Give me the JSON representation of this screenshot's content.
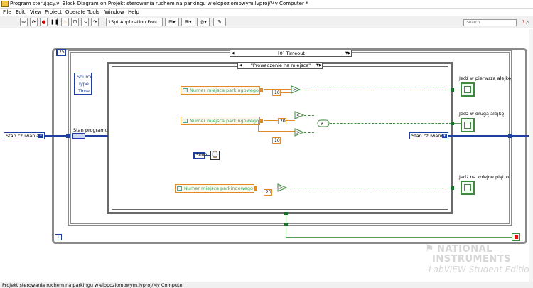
{
  "window": {
    "title": "Program sterujący.vi Block Diagram on Projekt sterowania ruchem na parkingu wielopoziomowym.lvproj/My Computer *"
  },
  "menu": [
    "File",
    "Edit",
    "View",
    "Project",
    "Operate",
    "Tools",
    "Window",
    "Help"
  ],
  "toolbar": {
    "font_label": "15pt Application Font",
    "search_placeholder": "Search"
  },
  "diagram": {
    "loop_count": "25",
    "event_selector": "[0] Timeout",
    "case_selector": "\"Prowadzenie na miejsce\"",
    "event_data": [
      "Source",
      "Type",
      "Time"
    ],
    "state_label": "Stan programu",
    "enum_in": "Stan czuwania",
    "enum_out": "Stan czuwania",
    "parking_control_label": "Numer miejsca parkingowego",
    "const_10_a": "10",
    "const_20_a": "20",
    "const_10_b": "10",
    "const_5000": "5000",
    "const_20_b": "20",
    "indicator_1": "Jedź w pierwszą alejkę",
    "indicator_2": "Jedź w drugą alejkę",
    "indicator_3": "Jedź na kolejne piętro",
    "iteration_terminal": "i"
  },
  "logo": {
    "line1": "NATIONAL",
    "line2": "INSTRUMENTS",
    "line3": "LabVIEW Student Edition"
  },
  "status": {
    "text": "Projekt sterowania ruchem na parkingu wielopoziomowym.lvproj/My Computer"
  },
  "colors": {
    "enum_wire": "#1f3fa0",
    "numeric_wire": "#e08a2a",
    "boolean_wire": "#3f8a3f",
    "frame": "#555555"
  }
}
